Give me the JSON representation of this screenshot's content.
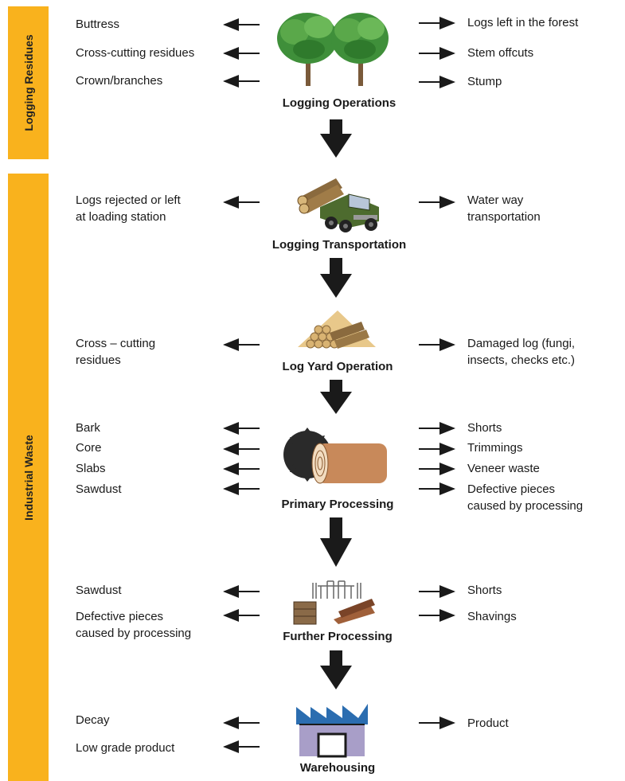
{
  "bands": {
    "logging_residues": "Logging Residues",
    "industrial_waste": "Industrial Waste"
  },
  "stages": [
    {
      "title": "Logging Operations",
      "icon": "trees-icon",
      "left": [
        "Buttress",
        "Cross-cutting residues",
        "Crown/branches"
      ],
      "right": [
        "Logs left in the forest",
        "Stem offcuts",
        "Stump"
      ]
    },
    {
      "title": "Logging Transportation",
      "icon": "log-truck-icon",
      "left": [
        "Logs rejected or left\nat loading station"
      ],
      "right": [
        "Water way\ntransportation"
      ]
    },
    {
      "title": "Log Yard Operation",
      "icon": "log-pile-icon",
      "left": [
        "Cross – cutting\nresidues"
      ],
      "right": [
        "Damaged log (fungi,\ninsects, checks etc.)"
      ]
    },
    {
      "title": "Primary Processing",
      "icon": "sawmill-icon",
      "left": [
        "Bark",
        "Core",
        "Slabs",
        "Sawdust"
      ],
      "right": [
        "Shorts",
        "Trimmings",
        "Veneer waste",
        "Defective pieces\ncaused by processing"
      ]
    },
    {
      "title": "Further Processing",
      "icon": "furniture-icon",
      "left": [
        "Sawdust",
        "Defective pieces\ncaused by processing"
      ],
      "right": [
        "Shorts",
        "Shavings"
      ]
    },
    {
      "title": "Warehousing",
      "icon": "warehouse-icon",
      "left": [
        "Decay",
        "Low grade product"
      ],
      "right": [
        "Product"
      ]
    }
  ]
}
